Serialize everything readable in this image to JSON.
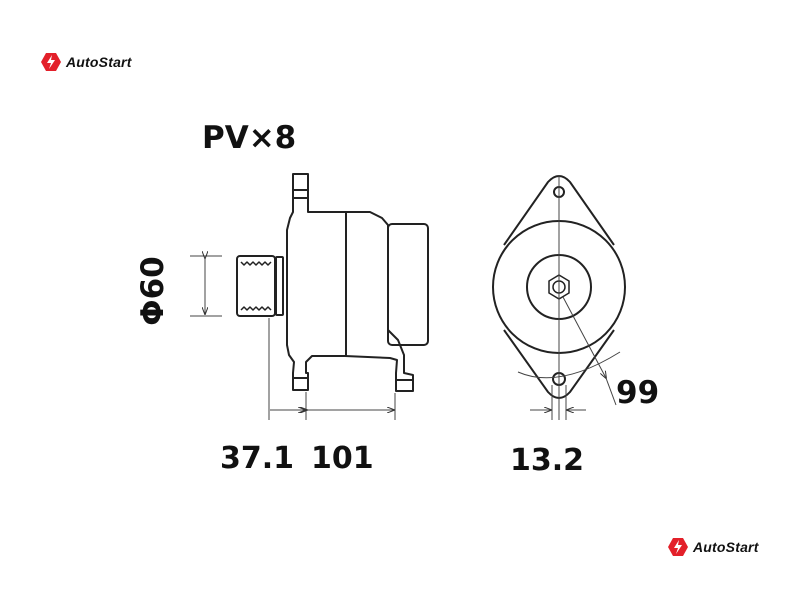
{
  "logo_top": {
    "text": "AutoStart",
    "color": "#e3202a"
  },
  "logo_bottom": {
    "text": "AutoStart",
    "color": "#e3202a"
  },
  "labels": {
    "pulley": "PV×8",
    "diameter": "Φ60",
    "dim_pulley_offset": "37.1",
    "dim_length": "101",
    "dim_hole": "13.2",
    "dim_mount": "99"
  }
}
